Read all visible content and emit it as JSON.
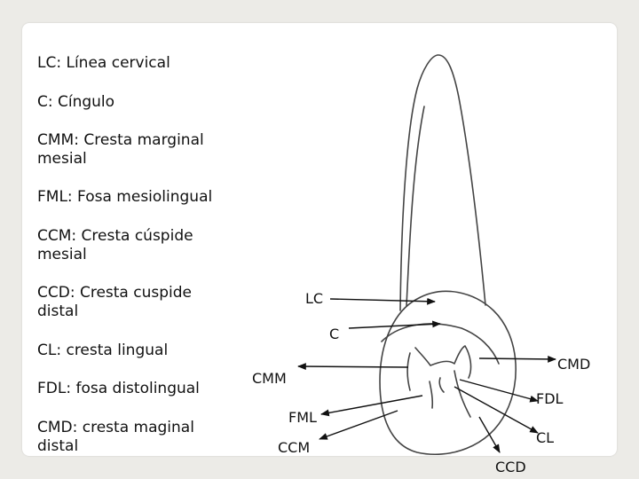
{
  "legend": [
    "LC: Línea cervical",
    "C: Cíngulo",
    "CMM: Cresta marginal mesial",
    "FML: Fosa mesiolingual",
    "CCM: Cresta cúspide mesial",
    "CCD: Cresta cuspide distal",
    "CL: cresta lingual",
    "FDL: fosa distolingual",
    "CMD: cresta maginal distal"
  ],
  "labels": {
    "lc": "LC",
    "c": "C",
    "cmd": "CMD",
    "cmm": "CMM",
    "fdl": "FDL",
    "fml": "FML",
    "cl": "CL",
    "ccm": "CCM",
    "ccd": "CCD"
  }
}
